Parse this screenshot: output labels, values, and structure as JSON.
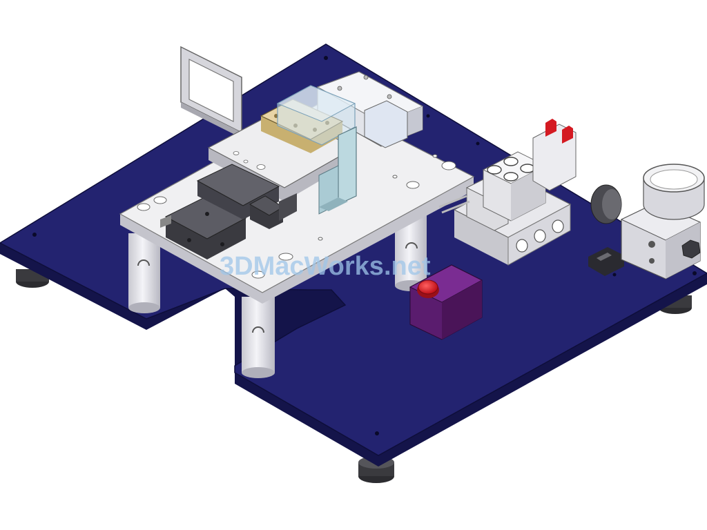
{
  "watermark": {
    "text": "3DMacWorks.net"
  },
  "colors": {
    "base_plate": "#232370",
    "base_plate_edge": "#14144a",
    "table_plate": "#f0f0f2",
    "pillar": "#e4e4ea",
    "fixture_metal": "#d2d2d6",
    "glass_cover": "#cfe3ee",
    "brass_block": "#e8d4a6",
    "teal_bracket": "#bcd9e0",
    "button_box": "#6a2380",
    "button_red": "#e8202a",
    "foot": "#3a3a3e",
    "watermark": "#9fc6e8"
  },
  "components": [
    "base-plate",
    "table-plate",
    "support-pillars",
    "gripper-cylinder",
    "slide-cylinder",
    "nest-fixture",
    "sensor-bracket",
    "valve-manifold",
    "solenoid-valves",
    "air-regulator",
    "pressure-gauge",
    "start-button-box",
    "leveling-feet"
  ]
}
